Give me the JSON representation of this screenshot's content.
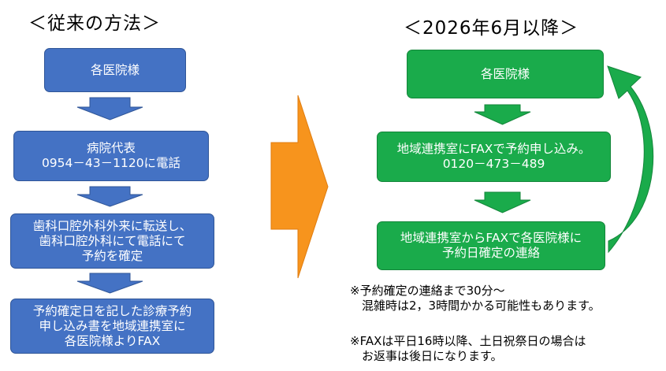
{
  "left": {
    "heading": "＜従来の方法＞",
    "steps": [
      {
        "lines": [
          "各医院様"
        ]
      },
      {
        "lines": [
          "病院代表",
          "0954－43－1120に電話"
        ]
      },
      {
        "lines": [
          "歯科口腔外科外来に転送し、",
          "歯科口腔外科にて電話にて",
          "予約を確定"
        ]
      },
      {
        "lines": [
          "予約確定日を記した診療予約",
          "申し込み書を地域連携室に",
          "各医院様よりFAX"
        ]
      }
    ]
  },
  "right": {
    "heading": "＜2026年6月以降＞",
    "steps": [
      {
        "lines": [
          "各医院様"
        ]
      },
      {
        "lines": [
          "地域連携室にFAXで予約申し込み。",
          "0120－473－489"
        ]
      },
      {
        "lines": [
          "地域連携室からFAXで各医院様に",
          "予約日確定の連絡"
        ]
      }
    ]
  },
  "notes": [
    {
      "lines": [
        "※予約確定の連絡まで30分～",
        "　混雑時は2，3時間かかる可能性もあります。"
      ]
    },
    {
      "lines": [
        "※FAXは平日16時以降、土日祝祭日の場合は",
        "　お返事は後日になります。"
      ]
    }
  ],
  "colors": {
    "left_box": "#4472c4",
    "right_box": "#1aab4b",
    "big_arrow": "#f7941d",
    "return_arrow": "#1aab4b"
  }
}
